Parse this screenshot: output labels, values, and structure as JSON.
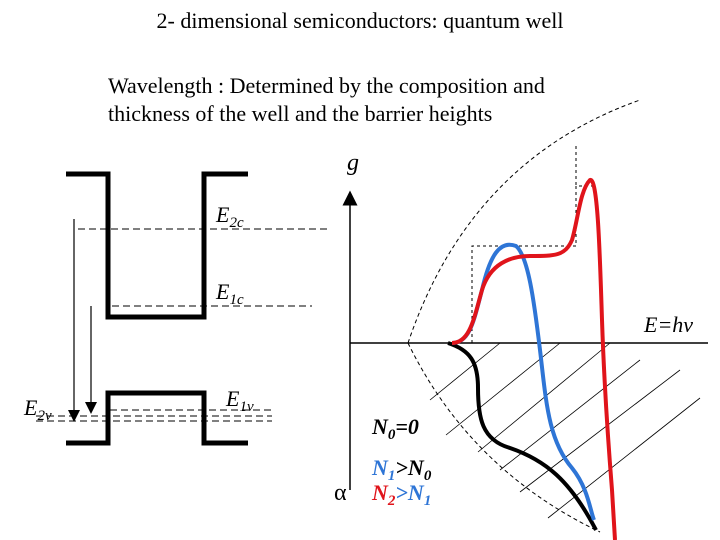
{
  "title": "2- dimensional semiconductors: quantum well",
  "description": "Wavelength : Determined by the composition and thickness of the well and the barrier heights",
  "axis_labels": {
    "g": "g",
    "energy": "E=hν",
    "alpha": "α"
  },
  "energy_levels": {
    "e2c": {
      "main": "E",
      "sub": "2c"
    },
    "e1c": {
      "main": "E",
      "sub": "1c"
    },
    "e1v": {
      "main": "E",
      "sub": "1v"
    },
    "e2v": {
      "main": "E",
      "sub": "2v"
    }
  },
  "legend": {
    "n0": {
      "a": "N",
      "as": "0",
      "b": "=0",
      "bs": ""
    },
    "n1": {
      "a": "N",
      "as": "1",
      "b": ">N",
      "bs": "0"
    },
    "n2": {
      "a": "N",
      "as": "2",
      "b": ">N",
      "bs": "1"
    }
  },
  "colors": {
    "n0": "#000000",
    "n1": "#2e75d6",
    "n2": "#e0141b",
    "n1_text_a": "#2e75d6",
    "n1_text_b": "#000000",
    "n2_text_a": "#e0141b",
    "n2_text_b": "#2e75d6"
  }
}
